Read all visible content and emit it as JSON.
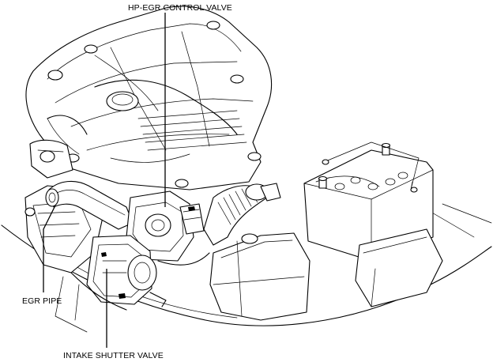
{
  "callouts": {
    "hp_egr_control_valve": "HP-EGR CONTROL VALVE",
    "egr_pipe": "EGR PIPE",
    "intake_shutter_valve": "INTAKE SHUTTER VALVE"
  },
  "colors": {
    "line": "#000000",
    "background": "#ffffff"
  }
}
